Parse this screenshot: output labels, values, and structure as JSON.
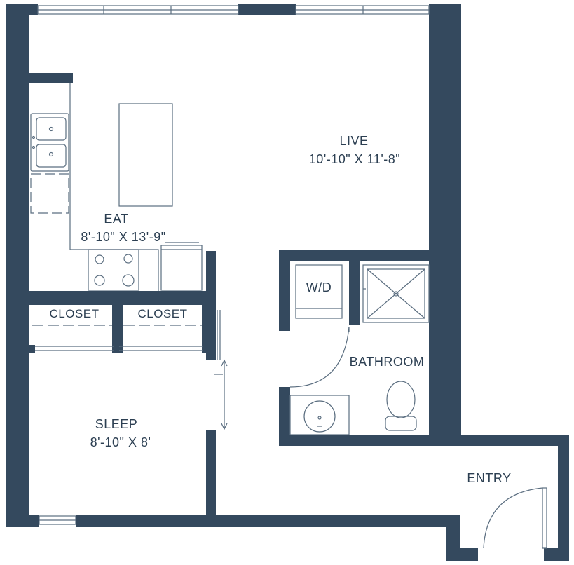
{
  "colors": {
    "wall": "#34495e",
    "fixture_stroke": "#5b6e80",
    "background": "#ffffff",
    "text": "#2c3f52"
  },
  "rooms": {
    "live": {
      "name": "LIVE",
      "dims": "10'-10\" X 11'-8\""
    },
    "eat": {
      "name": "EAT",
      "dims": "8'-10\" X 13'-9\""
    },
    "sleep": {
      "name": "SLEEP",
      "dims": "8'-10\" X 8'"
    },
    "bathroom": {
      "name": "BATHROOM"
    },
    "entry": {
      "name": "ENTRY"
    },
    "closet_left": {
      "name": "CLOSET"
    },
    "closet_right": {
      "name": "CLOSET"
    },
    "washer_dryer": {
      "name": "W/D"
    }
  },
  "icons": [
    "sink-icon",
    "stove-icon",
    "fridge-icon",
    "kitchen-island-icon",
    "shower-icon",
    "toilet-icon",
    "vanity-sink-icon",
    "door-swing-icon",
    "window-icon",
    "sliding-door-icon"
  ]
}
